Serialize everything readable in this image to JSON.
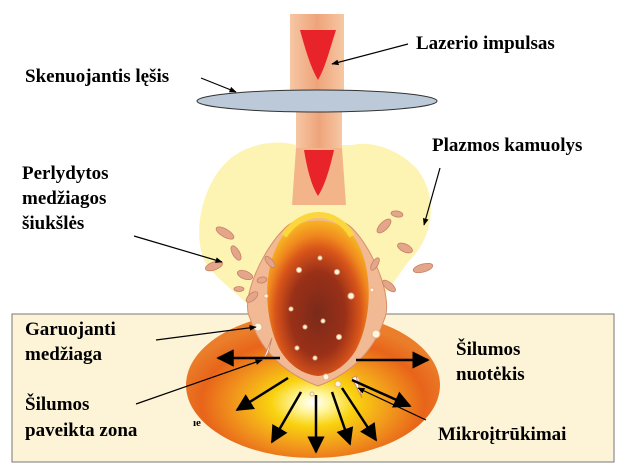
{
  "labels": {
    "laser_pulse": "Lazerio impulsas",
    "scanning_lens": "Skenuojantis lęšis",
    "plasma_ball": "Plazmos kamuolys",
    "remelted_debris": [
      "Perlydytos",
      "medžiagos",
      "šiukšlės"
    ],
    "evaporating_material": [
      "Garuojanti",
      "medžiaga"
    ],
    "heat_flow": [
      "Šilumos",
      "nuotėkis"
    ],
    "heat_affected_zone": [
      "Šilumos",
      "paveikta zona"
    ],
    "microcracks": "Mikroįtrūkimai",
    "stray_mark": "ıe"
  },
  "colors": {
    "beam": "#f0b08a",
    "pulse": "#e8242a",
    "lens": "#bcc9d8",
    "plume": "#fdf3b0",
    "substrate": "#fdf3d6",
    "debris": "#e3a68a",
    "hot_zone": "#f6a21e",
    "melt_core": "#8f2c1a"
  }
}
